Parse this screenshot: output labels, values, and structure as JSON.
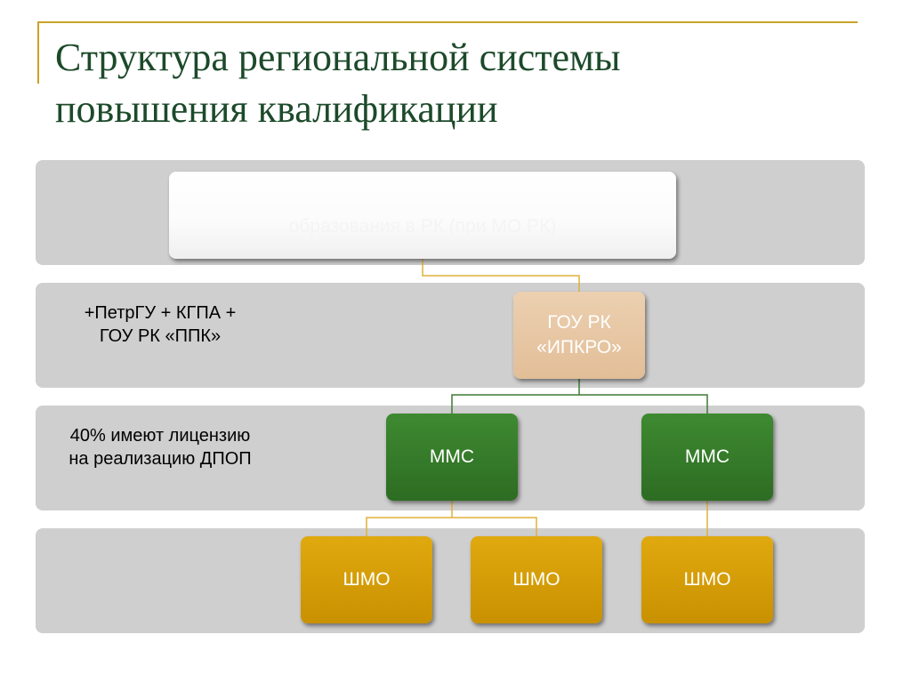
{
  "slide": {
    "title_lines": [
      "Структура региональной системы",
      "повышения квалификации"
    ]
  },
  "rows": {
    "row2_note_lines": [
      "+ПетрГУ + КГПА +",
      "ГОУ РК «ППК»"
    ],
    "row3_note_lines": [
      "40% имеют лицензию",
      "на реализацию ДПОП"
    ]
  },
  "nodes": {
    "top": {
      "text": "образования в РК (при МО РК)"
    },
    "ipkro": {
      "lines": [
        "ГОУ РК",
        "«ИПКРО»"
      ]
    },
    "mms": [
      {
        "label": "ММС"
      },
      {
        "label": "ММС"
      }
    ],
    "shmo": [
      {
        "label": "ШМО"
      },
      {
        "label": "ШМО"
      },
      {
        "label": "ШМО"
      }
    ]
  },
  "colors": {
    "title": "#1c4a2a",
    "accent_rule": "#c9a227",
    "band": "#cfcfcf",
    "ipkro_fill": "#e2be98",
    "mms_fill": "#2d6c23",
    "shmo_fill": "#c99100",
    "connector_gold": "#e0b03a",
    "connector_green": "#3e7a35"
  }
}
